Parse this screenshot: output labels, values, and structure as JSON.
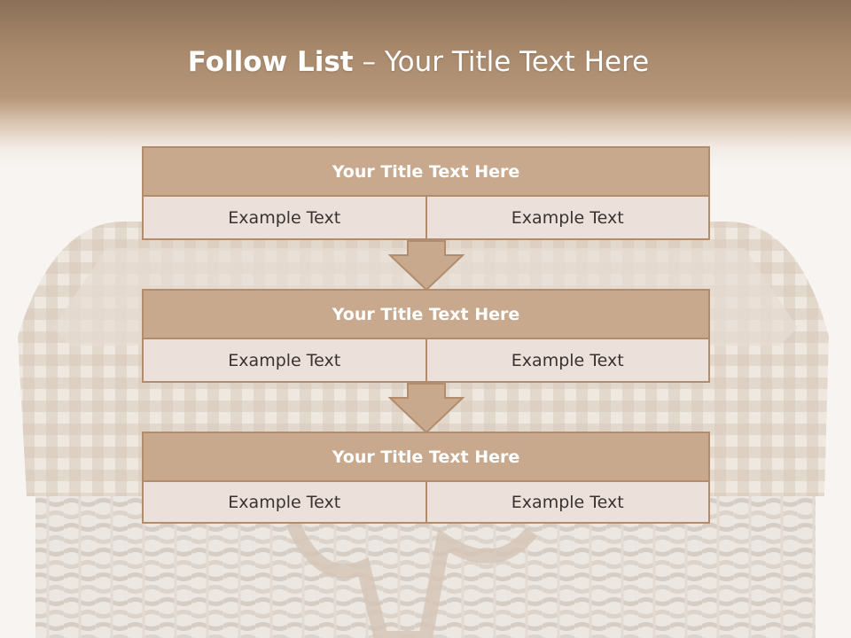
{
  "slide": {
    "title_bold": "Follow List",
    "title_rest": " – Your Title Text Here"
  },
  "steps": [
    {
      "title": "Your Title Text Here",
      "left": "Example Text",
      "right": "Example Text"
    },
    {
      "title": "Your Title Text Here",
      "left": "Example Text",
      "right": "Example Text"
    },
    {
      "title": "Your Title Text Here",
      "left": "Example Text",
      "right": "Example Text"
    }
  ],
  "colors": {
    "header": "#a8896c",
    "block_title_fill": "#c8a98e",
    "block_border": "#b18d6e",
    "cell_fill": "#ece1da",
    "arrow_fill": "#c8a98e"
  }
}
